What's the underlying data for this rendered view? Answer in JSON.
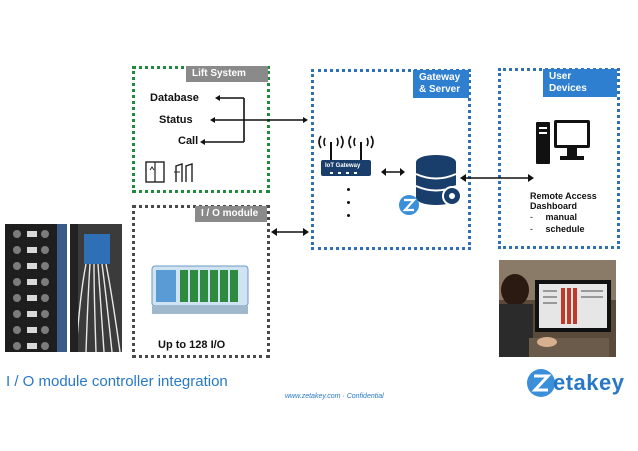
{
  "lift_system": {
    "label": "Lift System",
    "items": [
      "Database",
      "Status",
      "Call"
    ]
  },
  "io_module": {
    "label": "I / O module",
    "caption": "Up to 128 I/O"
  },
  "gateway": {
    "label_line1": "Gateway",
    "label_line2": "& Server",
    "device_label": "IoT Gateway"
  },
  "user_devices": {
    "label": "User Devices",
    "dashboard_title": "Remote Access Dashboard",
    "dashboard_items": [
      "manual",
      "schedule"
    ]
  },
  "footer": {
    "title": "I / O module controller integration",
    "link": "www.zetakey.com · Confidential",
    "brand": "etakey",
    "brand_initial": "Z"
  },
  "colors": {
    "green": "#1f8a3a",
    "blue": "#2f6fb5",
    "accent": "#2878c8"
  }
}
